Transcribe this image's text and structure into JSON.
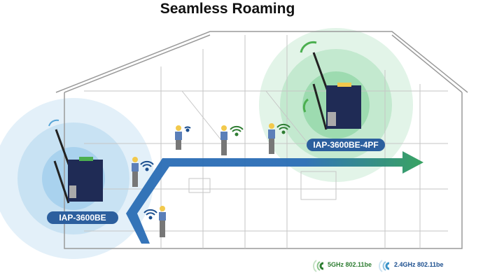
{
  "title": "Seamless Roaming",
  "devices": [
    {
      "label": "IAP-3600BE"
    },
    {
      "label": "IAP-3600BE-4PF"
    }
  ],
  "legend": [
    {
      "label": "5GHz 802.11be",
      "color": "#2e7d32"
    },
    {
      "label": "2.4GHz 802.11be",
      "color": "#1c4f8f"
    }
  ],
  "colors": {
    "blue_zone": "#5aa7d8",
    "green_zone": "#4cbf6e",
    "arrow_blue": "#2a6db5",
    "arrow_green": "#2e9e5a"
  }
}
